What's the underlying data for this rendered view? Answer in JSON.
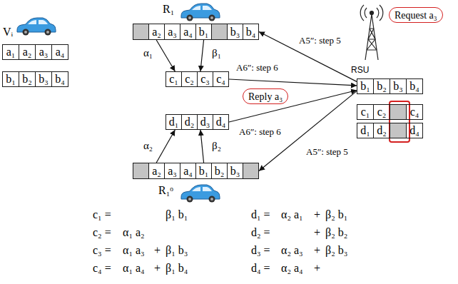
{
  "diagram": {
    "nodes": [
      {
        "text": [
          "a₁",
          "a₂",
          "a₃",
          "a₄"
        ]
      },
      {
        "text": [
          "b₁",
          "b₂",
          "b₃",
          "b₄"
        ]
      },
      {
        "text": [
          "a₂",
          "a₃",
          "a₄",
          "b₁",
          "b₃",
          "b₄"
        ]
      },
      {
        "text": [
          "c₁",
          "c₂",
          "c₃",
          "c₄"
        ]
      },
      {
        "text": [
          "Request a₃"
        ]
      },
      {
        "text": [
          "Reply a₃"
        ]
      },
      {
        "text": [
          "d₁",
          "d₂",
          "d₃",
          "d₄"
        ]
      },
      {
        "text": [
          "a₂",
          "a₃",
          "a₄",
          "b₁",
          "b₂",
          "b₃"
        ]
      },
      {
        "text": [
          "b₁",
          "b₂",
          "b₃",
          "b₄"
        ]
      },
      {
        "text": [
          "c₁",
          "c₂",
          "c₄"
        ]
      },
      {
        "text": [
          "d₁",
          "d₂",
          "d₄"
        ]
      }
    ],
    "edges": [
      {
        "from": 2,
        "to": 3,
        "arrow": "to",
        "label": "α₁"
      },
      {
        "from": 2,
        "to": 3,
        "arrow": "to",
        "label": "β₁"
      },
      {
        "from": 7,
        "to": 6,
        "arrow": "to",
        "label": "α₂"
      },
      {
        "from": 7,
        "to": 6,
        "arrow": "to",
        "label": "β₂"
      },
      {
        "from": 8,
        "to": 2,
        "arrow": "to",
        "label": "A5″: step 5"
      },
      {
        "from": 8,
        "to": 7,
        "arrow": "to",
        "label": "A5″: step 5"
      },
      {
        "from": 3,
        "to": 8,
        "arrow": "to",
        "label": "A6″: step 6"
      },
      {
        "from": 6,
        "to": 8,
        "arrow": "to",
        "label": "A6″: step 6"
      }
    ],
    "labels": [
      "Vᵢ",
      "R₁",
      "RSU",
      "R₁ᵒ",
      "c₁ =",
      "β₁ b₁",
      "d₁ =",
      "α₂ a₁",
      "+",
      "β₂ b₁",
      "c₂ =",
      "α₁ a₂",
      "d₂ =",
      "+",
      "β₂ b₂",
      "c₃ =",
      "α₁ a₃",
      "+",
      "β₁ b₃",
      "d₃ =",
      "α₂ a₃",
      "+",
      "β₂ b₃",
      "c₄ =",
      "α₁ a₄",
      "+",
      "β₁ b₄",
      "d₄ =",
      "α₂ a₄",
      "+"
    ]
  }
}
